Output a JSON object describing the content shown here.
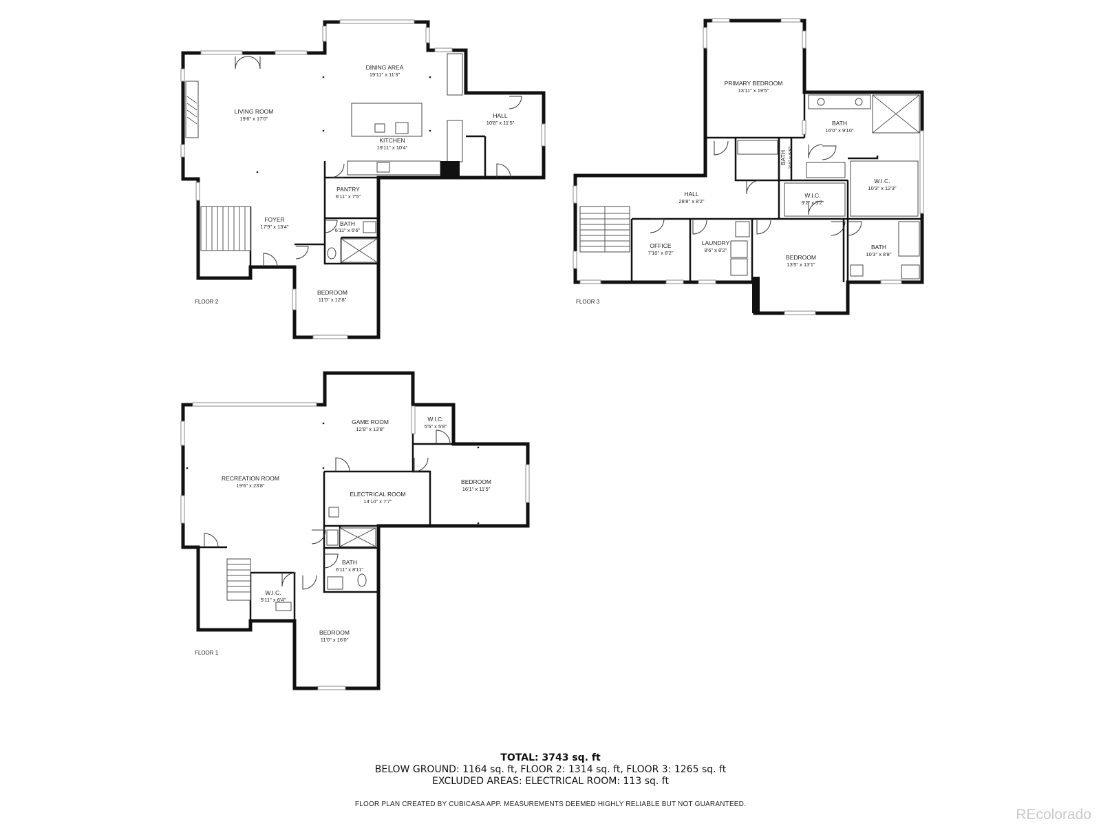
{
  "floors": [
    {
      "label": "FLOOR 2",
      "rooms": [
        {
          "name": "DINING AREA",
          "dim": "19'11\" x 11'3\""
        },
        {
          "name": "LIVING ROOM",
          "dim": "19'6\" x 17'0\""
        },
        {
          "name": "HALL",
          "dim": "10'8\" x 11'5\""
        },
        {
          "name": "KITCHEN",
          "dim": "19'11\" x 10'4\""
        },
        {
          "name": "PANTRY",
          "dim": "6'11\" x 7'5\""
        },
        {
          "name": "FOYER",
          "dim": "17'9\" x 13'4\""
        },
        {
          "name": "BATH",
          "dim": "6'11\" x 6'6\""
        },
        {
          "name": "BEDROOM",
          "dim": "11'0\" x 12'8\""
        }
      ]
    },
    {
      "label": "FLOOR 3",
      "rooms": [
        {
          "name": "PRIMARY BEDROOM",
          "dim": "13'11\" x 19'5\""
        },
        {
          "name": "BATH",
          "dim": "16'0\" x 9'10\""
        },
        {
          "name": "BATH",
          "dim": "3'4\" x 5'8\""
        },
        {
          "name": "W.I.C.",
          "dim": "10'3\" x 12'3\""
        },
        {
          "name": "HALL",
          "dim": "28'8\" x 8'2\""
        },
        {
          "name": "W.I.C.",
          "dim": "9'2\" x 5'2\""
        },
        {
          "name": "OFFICE",
          "dim": "7'10\" x 8'2\""
        },
        {
          "name": "LAUNDRY",
          "dim": "8'6\" x 8'2\""
        },
        {
          "name": "BEDROOM",
          "dim": "13'5\" x 13'1\""
        },
        {
          "name": "BATH",
          "dim": "10'3\" x 8'8\""
        }
      ]
    },
    {
      "label": "FLOOR 1",
      "rooms": [
        {
          "name": "GAME ROOM",
          "dim": "12'8\" x 13'8\""
        },
        {
          "name": "W.I.C.",
          "dim": "5'5\" x 5'8\""
        },
        {
          "name": "RECREATION ROOM",
          "dim": "19'6\" x 23'8\""
        },
        {
          "name": "BEDROOM",
          "dim": "16'1\" x 11'5\""
        },
        {
          "name": "ELECTRICAL ROOM",
          "dim": "14'10\" x 7'7\""
        },
        {
          "name": "BATH",
          "dim": "6'11\" x 8'11\""
        },
        {
          "name": "W.I.C.",
          "dim": "5'11\" x 6'4\""
        },
        {
          "name": "BEDROOM",
          "dim": "11'0\" x 16'0\""
        }
      ]
    }
  ],
  "summary": {
    "total": "TOTAL: 3743 sq. ft",
    "line2": "BELOW GROUND: 1164 sq. ft, FLOOR 2: 1314 sq. ft, FLOOR 3: 1265 sq. ft",
    "line3": "EXCLUDED AREAS: ELECTRICAL ROOM: 113 sq. ft"
  },
  "disclaimer": "FLOOR PLAN CREATED BY CUBICASA APP. MEASUREMENTS DEEMED HIGHLY RELIABLE BUT NOT GUARANTEED.",
  "brand": "REcolorado"
}
